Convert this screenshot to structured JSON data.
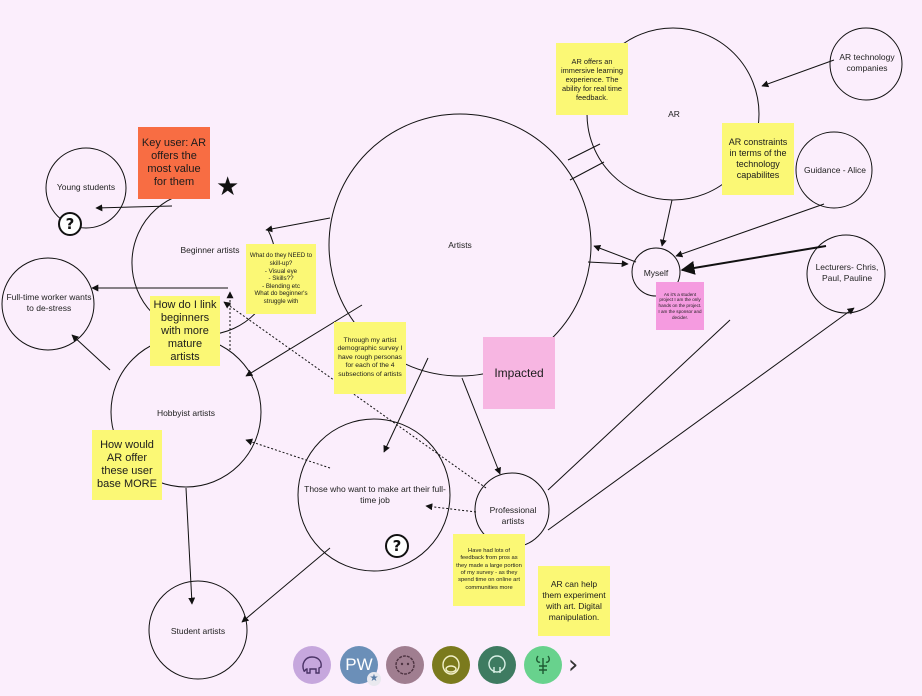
{
  "nodes": {
    "young_students": "Young students",
    "beginner_artists": "Beginner artists",
    "fulltime_worker": "Full-time worker wants to de-stress",
    "hobbyist_artists": "Hobbyist artists",
    "student_artists": "Student artists",
    "artists": "Artists",
    "ar": "AR",
    "ar_companies": "AR technology companies",
    "guidance": "Guidance - Alice",
    "myself": "Myself",
    "lecturers": "Lecturers- Chris, Paul, Pauline",
    "fulltime_job": "Those who want to make art their full-time job",
    "professional": "Professional artists"
  },
  "stickies": {
    "key_user": "Key user: AR offers the most value for them",
    "beginner_need": "What do they NEED to skill-up?\n- Visual eye\n- Skills??\n- Blending etc\nWhat do beginner's struggle with",
    "link_beginners": "How do I link beginners with more mature artists",
    "how_would_ar": "How would AR offer these user base MORE",
    "survey": "Through my artist demographic survey I have rough personas for each of the 4 subsections of artists",
    "impacted": "Impacted",
    "ar_immersive": "AR offers an immersive learning experience. The ability for real time feedback.",
    "ar_constraints": "AR constraints in terms of the technology capabilites",
    "student_project": "As it's a student project I am the only hands on the project. I am the sponsor and decider.",
    "pros_feedback": "Have had lots of feedback from pros as they made a large portion of my survey - as they spend time on online art communities more",
    "ar_experiment": "AR can help them experiment with art. Digital manipulation."
  },
  "avatars": [
    {
      "icon": "elephant-icon",
      "color": "#c6a7dd"
    },
    {
      "icon": "initials-avatar",
      "text": "PW",
      "color": "#6b8fb8",
      "badge": "★"
    },
    {
      "icon": "sheep-icon",
      "color": "#a07e90"
    },
    {
      "icon": "platypus-icon",
      "color": "#7b7a1d"
    },
    {
      "icon": "walrus-icon",
      "color": "#3e7b61"
    },
    {
      "icon": "lobster-icon",
      "color": "#68d28d"
    }
  ],
  "symbols": {
    "question": "?",
    "star": "★",
    "next": "›"
  }
}
